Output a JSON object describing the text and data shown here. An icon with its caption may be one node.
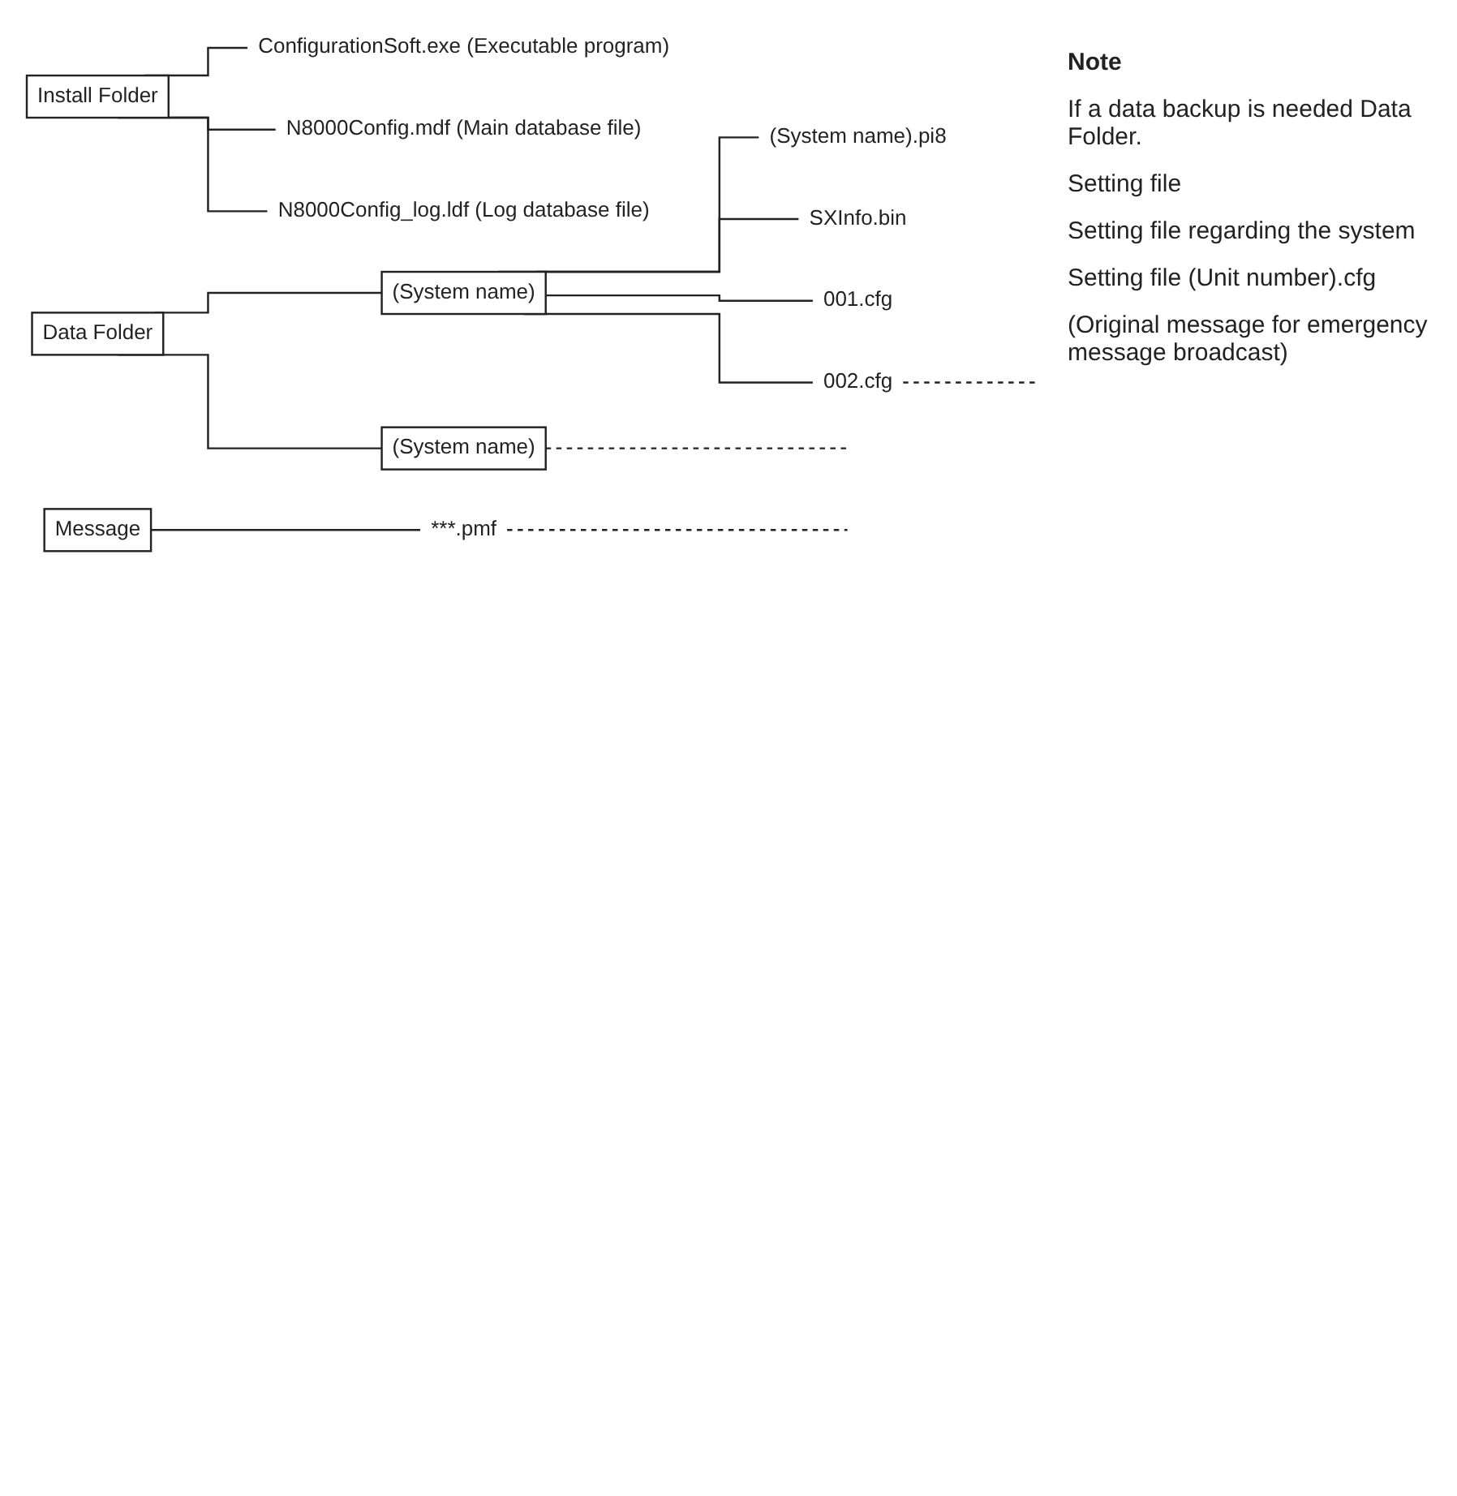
{
  "diagram": {
    "nodes": [
      {
        "text": [
          "Install Folder"
        ]
      },
      {
        "text": [
          "ConfigurationSoft.exe (Executable program)"
        ]
      },
      {
        "text": [
          "N8000Config.mdf (Main database file)"
        ]
      },
      {
        "text": [
          "N8000Config_log.ldf (Log database file)"
        ]
      },
      {
        "text": [
          "Data Folder"
        ]
      },
      {
        "text": [
          "(System name)"
        ]
      },
      {
        "text": [
          "(System name).pi8"
        ]
      },
      {
        "text": [
          "SXInfo.bin"
        ]
      },
      {
        "text": [
          "001.cfg"
        ]
      },
      {
        "text": [
          "002.cfg"
        ]
      },
      {
        "text": [
          "Message"
        ]
      },
      {
        "text": [
          "***.pmf"
        ]
      },
      {
        "text": [
          "(System name)"
        ]
      }
    ],
    "edges": [
      {
        "from": 0,
        "to": 1,
        "arrow": "none"
      },
      {
        "from": 0,
        "to": 2,
        "arrow": "none"
      },
      {
        "from": 0,
        "to": 3,
        "arrow": "none"
      },
      {
        "from": 4,
        "to": 5,
        "arrow": "none"
      },
      {
        "from": 4,
        "to": 12,
        "arrow": "none"
      },
      {
        "from": 5,
        "to": 6,
        "arrow": "none"
      },
      {
        "from": 5,
        "to": 7,
        "arrow": "none"
      },
      {
        "from": 5,
        "to": 8,
        "arrow": "none"
      },
      {
        "from": 5,
        "to": 9,
        "arrow": "none"
      },
      {
        "from": 9,
        "to": null,
        "arrow": "none",
        "style": "dashed"
      },
      {
        "from": 10,
        "to": 11,
        "arrow": "none"
      },
      {
        "from": 11,
        "to": null,
        "arrow": "none",
        "style": "dashed"
      },
      {
        "from": 12,
        "to": null,
        "arrow": "none",
        "style": "dashed"
      }
    ],
    "labels": [
      "Note",
      "If a data backup is needed Data Folder.",
      "Setting file",
      "Setting file regarding the system",
      "Setting file (Unit number).cfg",
      "(Original message for emergency message broadcast)"
    ]
  }
}
